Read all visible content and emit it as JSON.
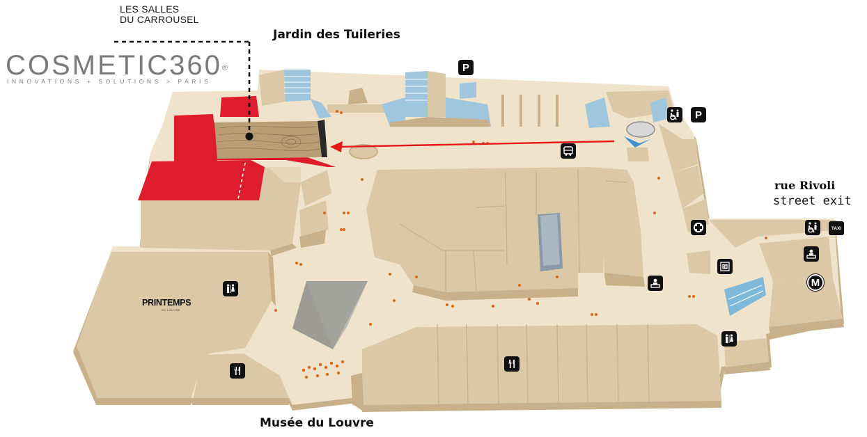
{
  "venue": {
    "name_line1": "LES SALLES",
    "name_line2": "DU CARROUSEL"
  },
  "brand": {
    "name": "COSMETIC360",
    "registered": "®",
    "tagline": "INNOVATIONS + SOLUTIONS > PARIS"
  },
  "landmarks": {
    "top": "Jardin des Tuileries",
    "bottom": "Musée du Louvre",
    "right_title": "rue Rivoli",
    "right_subtitle": "street exit"
  },
  "stores": {
    "printemps": "PRINTEMPS",
    "printemps_sub": "DU LOUVRE"
  },
  "icons": {
    "parking": "P",
    "metro": "M",
    "taxi": "TAXI"
  },
  "colors": {
    "floor": "#efe3cc",
    "block_top": "#dbc8a6",
    "block_side": "#c7b08a",
    "event_hall": "#dd1c2e",
    "route_arrow": "#e31818",
    "glass": "#9fc6dc"
  }
}
